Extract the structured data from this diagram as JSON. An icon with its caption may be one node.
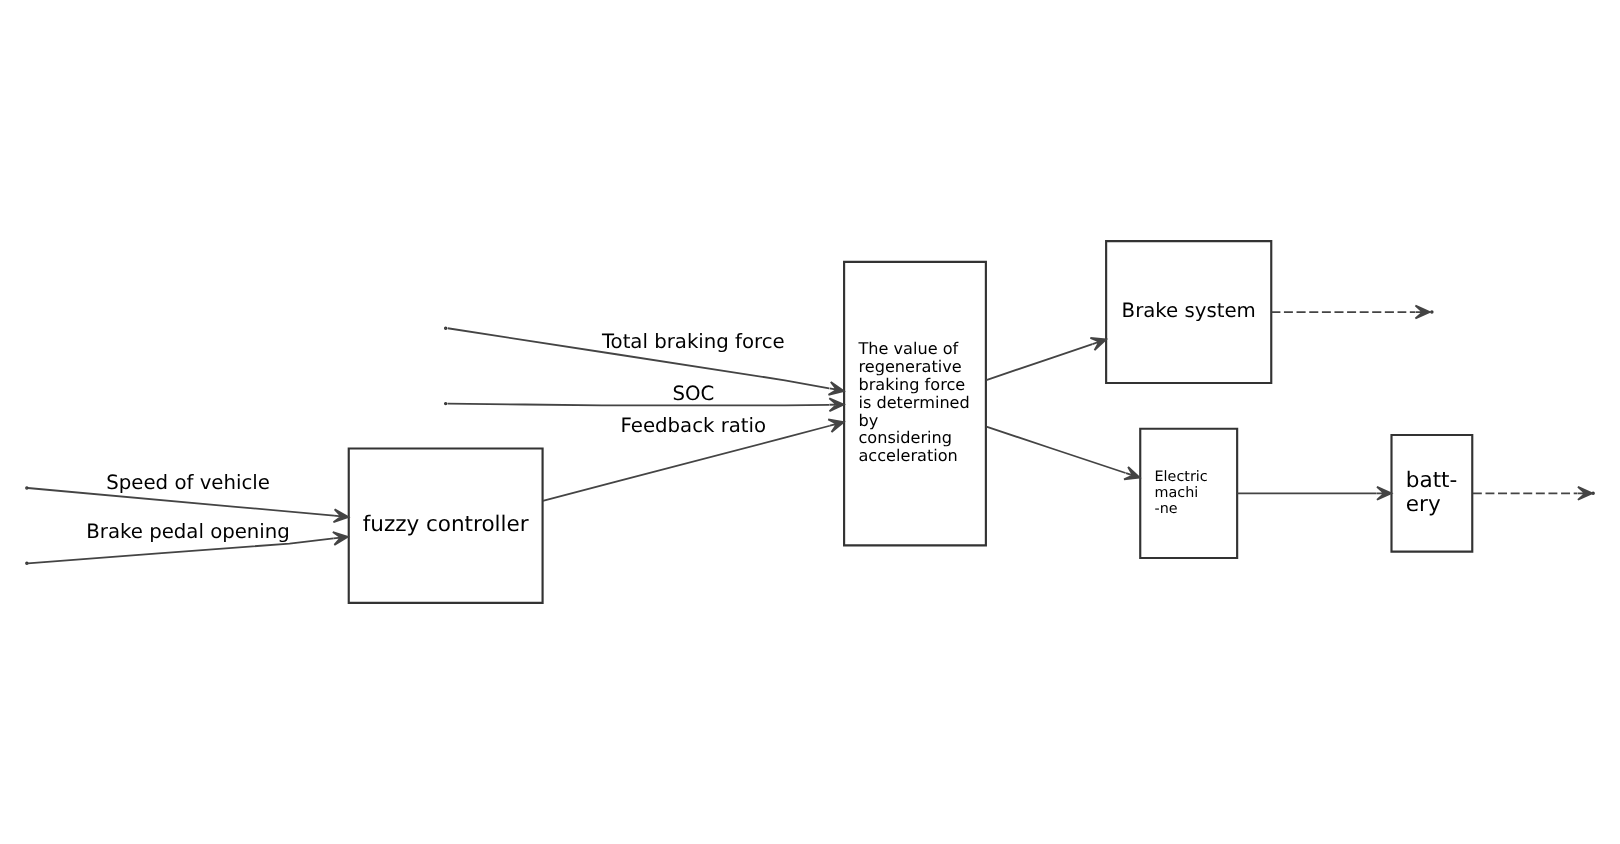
{
  "diagram": {
    "nodes": [
      {
        "text": [
          "fuzzy controller"
        ]
      },
      {
        "text": [
          "The value of regenerative braking force is determined by considering acceleration"
        ]
      },
      {
        "text": [
          "Brake system"
        ]
      },
      {
        "text": [
          "Electric machi -ne"
        ]
      },
      {
        "text": [
          "batt- ery"
        ]
      }
    ],
    "edges": [
      {
        "from": null,
        "to": 0,
        "arrow": "to",
        "label": "Speed of vehicle"
      },
      {
        "from": null,
        "to": 0,
        "arrow": "to",
        "label": "Brake pedal opening"
      },
      {
        "from": 0,
        "to": 1,
        "arrow": "to",
        "label": "Feedback ratio"
      },
      {
        "from": null,
        "to": 1,
        "arrow": "to",
        "label": "Total braking force"
      },
      {
        "from": null,
        "to": 1,
        "arrow": "to",
        "label": "SOC"
      },
      {
        "from": 1,
        "to": 2,
        "arrow": "to"
      },
      {
        "from": 1,
        "to": 3,
        "arrow": "to"
      },
      {
        "from": 3,
        "to": 4,
        "arrow": "to"
      },
      {
        "from": 2,
        "to": null,
        "arrow": "to",
        "style": "dashed"
      },
      {
        "from": 4,
        "to": null,
        "arrow": "to",
        "style": "dashed"
      }
    ]
  }
}
